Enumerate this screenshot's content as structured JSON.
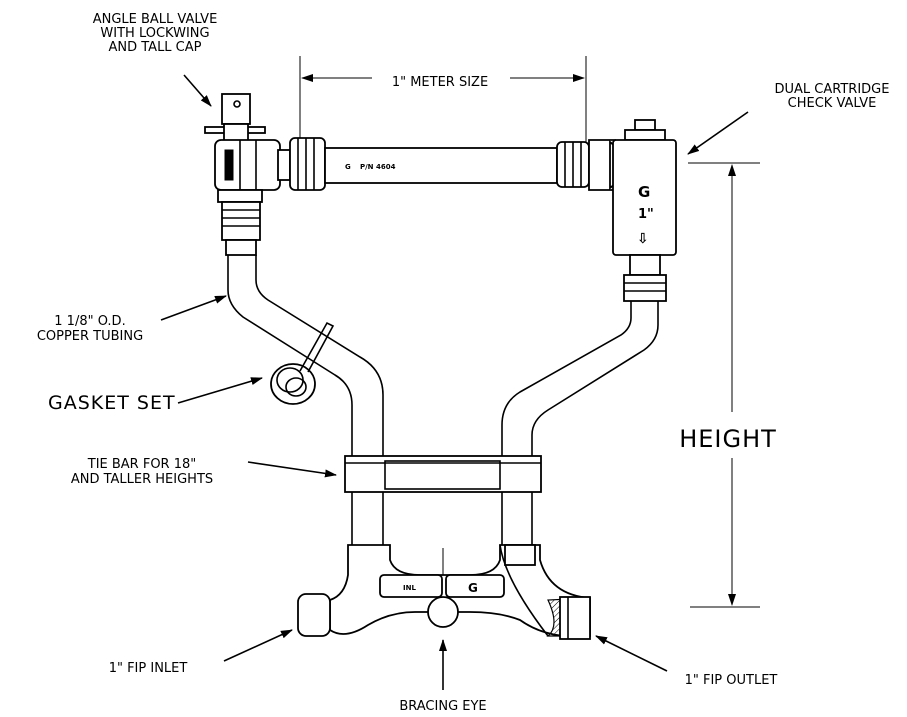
{
  "labels": {
    "angle_valve": [
      "ANGLE BALL VALVE",
      "WITH LOCKWING",
      "AND TALL CAP"
    ],
    "meter_size": "1\" METER SIZE",
    "check_valve": [
      "DUAL CARTRIDGE",
      "CHECK VALVE"
    ],
    "copper_tubing": [
      "1 1/8\" O.D.",
      "COPPER TUBING"
    ],
    "gasket_set": "GASKET SET",
    "tie_bar": [
      "TIE BAR FOR 18\"",
      "AND TALLER HEIGHTS"
    ],
    "height": "HEIGHT",
    "fip_inlet": "1\" FIP INLET",
    "fip_outlet": "1\" FIP OUTLET",
    "bracing_eye": "BRACING EYE"
  },
  "markings": {
    "spool_text": "P/N 4604",
    "spool_logo": "G",
    "valve_logo": "G",
    "valve_size": "1\"",
    "valve_arrow": "⇩",
    "base_inlet": "INL",
    "base_logo": "G"
  }
}
